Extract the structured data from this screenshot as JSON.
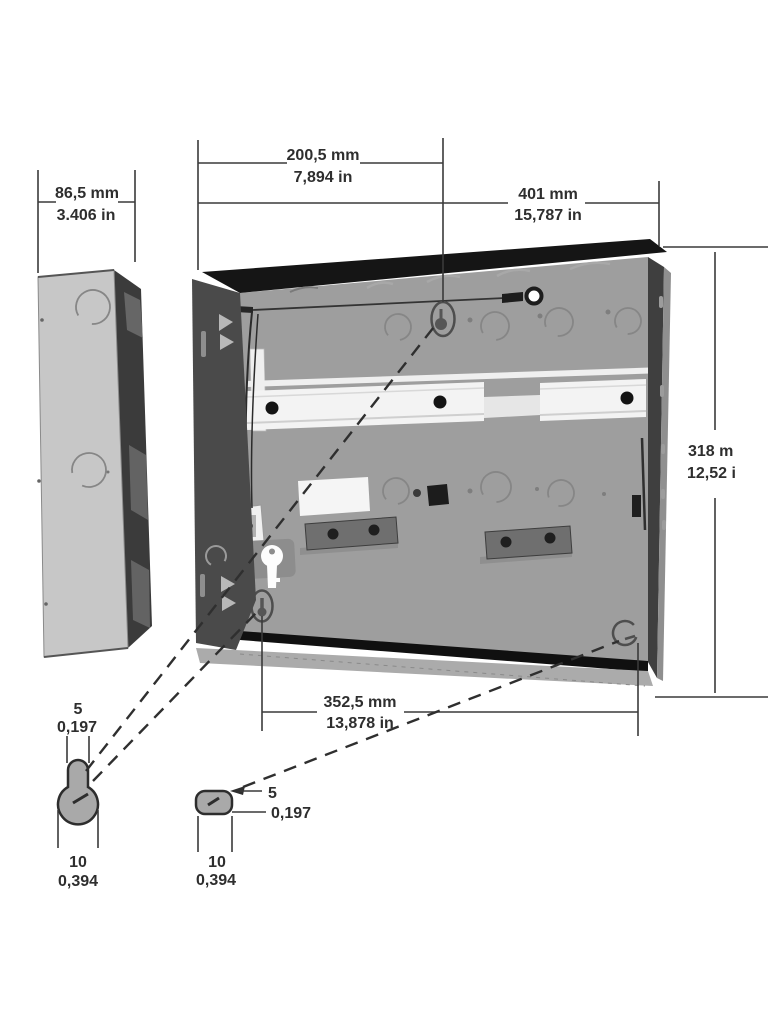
{
  "figure": {
    "description": "Dimensional technical drawing of an open metal enclosure (front 3D view) with separate left side view and two enlarged mounting-hole details",
    "units": [
      "mm",
      "in"
    ]
  },
  "dims": {
    "partial": {
      "mm": "200,5 mm",
      "inch": "7,894 in"
    },
    "full": {
      "mm": "401 mm",
      "inch": "15,787 in"
    },
    "depth": {
      "mm": "86,5 mm",
      "inch": "3.406 in"
    },
    "height": {
      "mm": "318 m",
      "inch": "12,52 i"
    },
    "mount": {
      "mm": "352,5 mm",
      "inch": "13,878 in"
    }
  },
  "details": {
    "keyhole": {
      "top_mm": "5",
      "top_in": "0,197",
      "bottom_mm": "10",
      "bottom_in": "0,394"
    },
    "slot": {
      "side_mm": "5",
      "side_in": "0,197",
      "bottom_mm": "10",
      "bottom_in": "0,394"
    }
  },
  "colors": {
    "background": "#ffffff",
    "back_panel": "#9e9e9e",
    "dark_wall": "#4a4a4a",
    "top_panel": "#151515",
    "side_face": "#c7c7c7",
    "rail": "#f3f3f3",
    "bracket": "#6f6f6f",
    "dimension_line": "#3a3a3a",
    "text": "#2e2e2e"
  }
}
